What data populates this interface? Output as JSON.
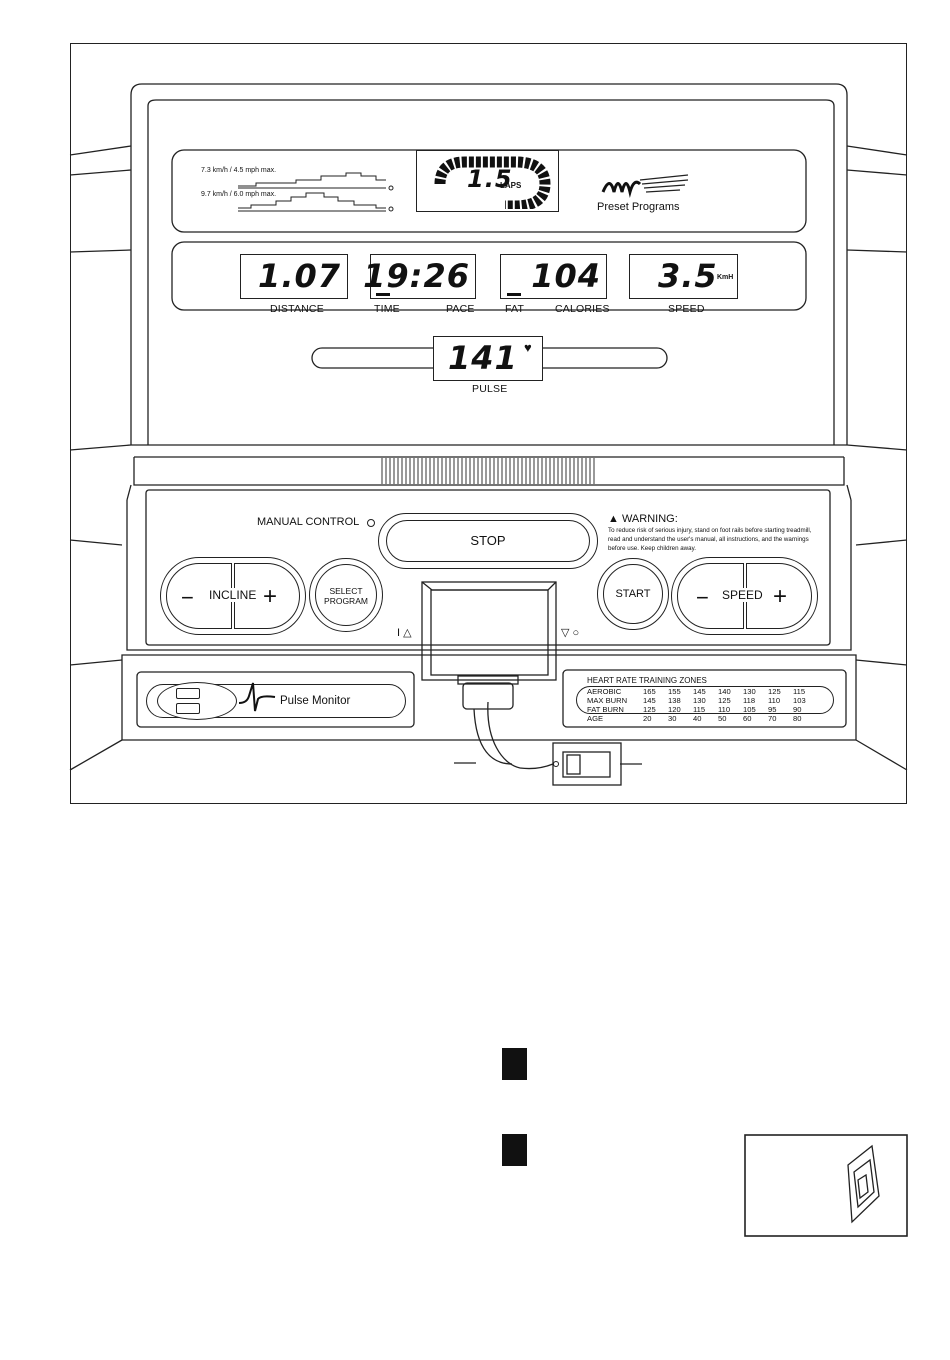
{
  "top_panel": {
    "speed_line_1": "7.3 km/h / 4.5 mph max.",
    "speed_line_2": "9.7 km/h / 6.0 mph max.",
    "laps_value": "1.5",
    "laps_label": "LAPS",
    "preset_programs_label": "Preset Programs"
  },
  "displays": {
    "distance_value": "1.07",
    "time_value": "19:26",
    "calories_value": "104",
    "speed_value": "3.5",
    "speed_unit": "KmH",
    "pulse_value": "141"
  },
  "labels": {
    "distance": "DISTANCE",
    "time": "TIME",
    "pace": "PACE",
    "fat": "FAT",
    "calories": "CALORIES",
    "speed": "SPEED",
    "pulse": "PULSE"
  },
  "controls": {
    "manual_control": "MANUAL CONTROL",
    "stop": "STOP",
    "start": "START",
    "incline": "INCLINE",
    "speed": "SPEED",
    "select_program_line1": "SELECT",
    "select_program_line2": "PROGRAM",
    "minus": "−",
    "plus": "+"
  },
  "warning": {
    "title": "WARNING:",
    "text": "To reduce risk of serious injury, stand on foot rails before starting treadmill, read and understand the user's manual, all instructions, and the warnings before use. Keep children away."
  },
  "pulse_monitor_label": "Pulse Monitor",
  "heart_rate_table": {
    "title": "HEART RATE TRAINING ZONES",
    "rows": [
      {
        "label": "AEROBIC",
        "values": [
          "165",
          "155",
          "145",
          "140",
          "130",
          "125",
          "115"
        ]
      },
      {
        "label": "MAX BURN",
        "values": [
          "145",
          "138",
          "130",
          "125",
          "118",
          "110",
          "103"
        ]
      },
      {
        "label": "FAT BURN",
        "values": [
          "125",
          "120",
          "115",
          "110",
          "105",
          "95",
          "90"
        ]
      },
      {
        "label": "AGE",
        "values": [
          "20",
          "30",
          "40",
          "50",
          "60",
          "70",
          "80"
        ]
      }
    ]
  }
}
